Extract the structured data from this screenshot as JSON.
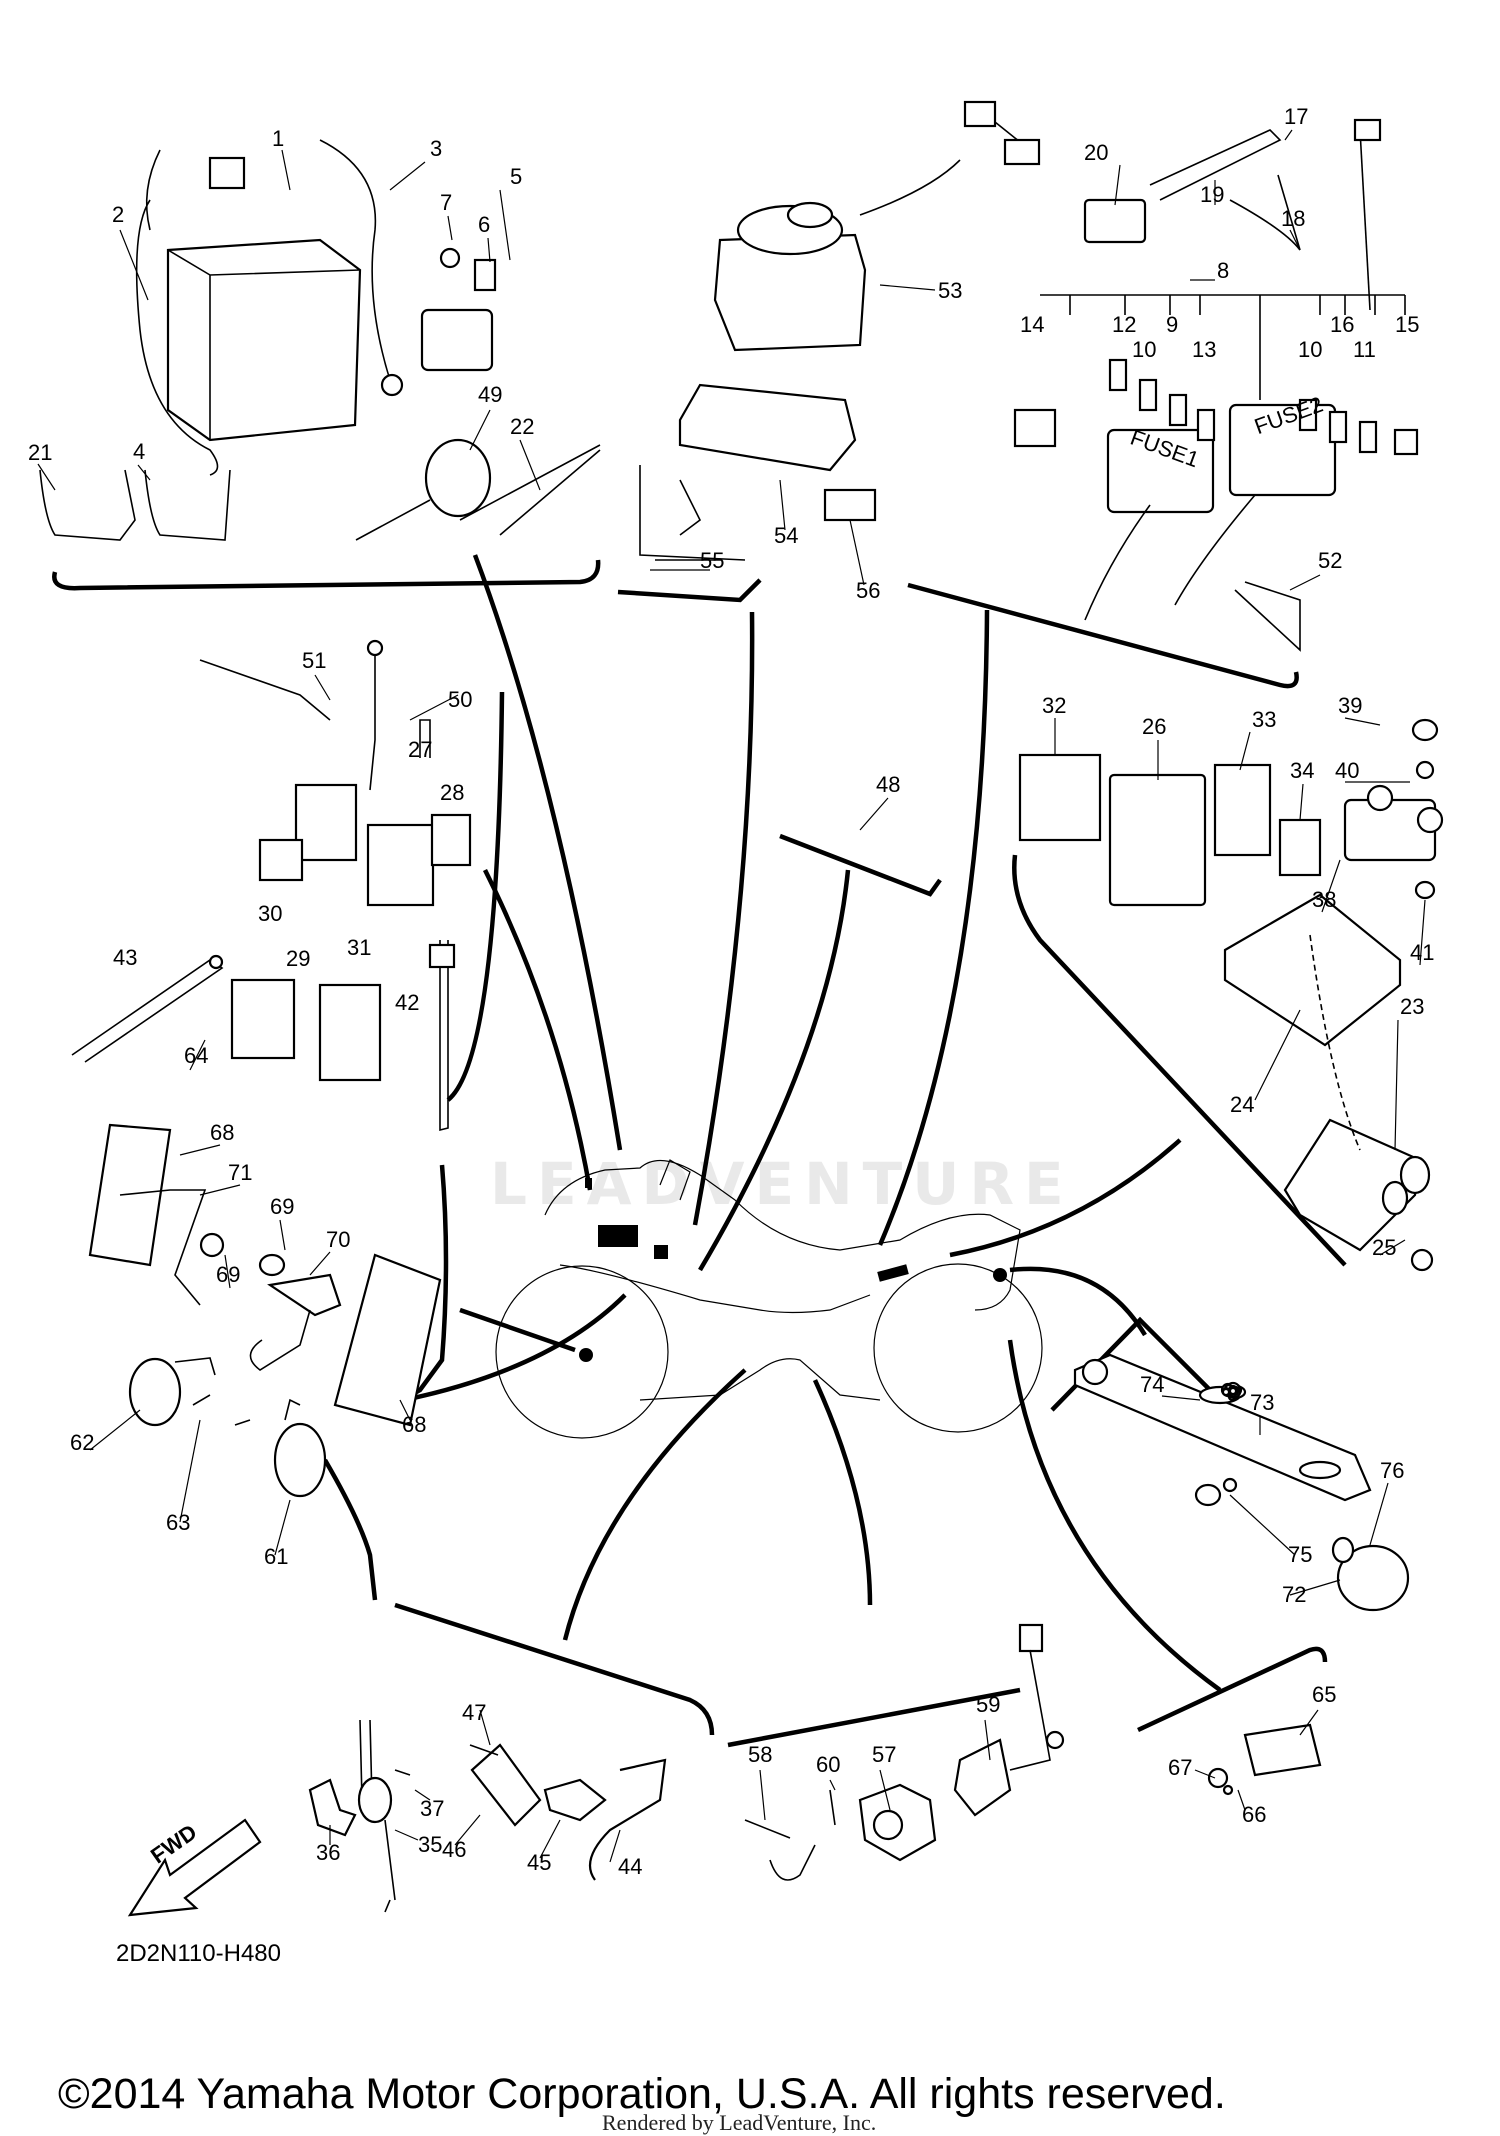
{
  "diagram": {
    "ref_code": "2D2N110-H480",
    "fwd_label": "FWD",
    "copyright": "©2014 Yamaha Motor Corporation, U.S.A. All rights reserved.",
    "rendered_by": "Rendered by LeadVenture, Inc.",
    "watermark": "LEADVENTURE",
    "callouts": {
      "c1": "1",
      "c2": "2",
      "c3": "3",
      "c4": "4",
      "c5": "5",
      "c6": "6",
      "c7": "7",
      "c8": "8",
      "c9": "9",
      "c10a": "10",
      "c10b": "10",
      "c11": "11",
      "c12": "12",
      "c13": "13",
      "c14": "14",
      "c15": "15",
      "c16": "16",
      "c17": "17",
      "c18": "18",
      "c19": "19",
      "c20": "20",
      "c21": "21",
      "c22": "22",
      "c23": "23",
      "c24": "24",
      "c25": "25",
      "c26": "26",
      "c27": "27",
      "c28": "28",
      "c29": "29",
      "c30": "30",
      "c31": "31",
      "c32": "32",
      "c33": "33",
      "c34": "34",
      "c35": "35",
      "c36": "36",
      "c37": "37",
      "c38": "38",
      "c39": "39",
      "c40": "40",
      "c41": "41",
      "c42": "42",
      "c43": "43",
      "c44": "44",
      "c45": "45",
      "c46": "46",
      "c47": "47",
      "c48": "48",
      "c49": "49",
      "c50": "50",
      "c51": "51",
      "c52": "52",
      "c53": "53",
      "c54": "54",
      "c55": "55",
      "c56": "56",
      "c57": "57",
      "c58": "58",
      "c59": "59",
      "c60": "60",
      "c61": "61",
      "c62": "62",
      "c63": "63",
      "c64": "64",
      "c65": "65",
      "c66": "66",
      "c67": "67",
      "c68a": "68",
      "c68b": "68",
      "c69a": "69",
      "c69b": "69",
      "c70": "70",
      "c71": "71",
      "c72": "72",
      "c73": "73",
      "c74": "74",
      "c75": "75",
      "c76": "76"
    },
    "fuse_labels": {
      "fuse1": "FUSE1",
      "fuse2": "FUSE2"
    }
  }
}
